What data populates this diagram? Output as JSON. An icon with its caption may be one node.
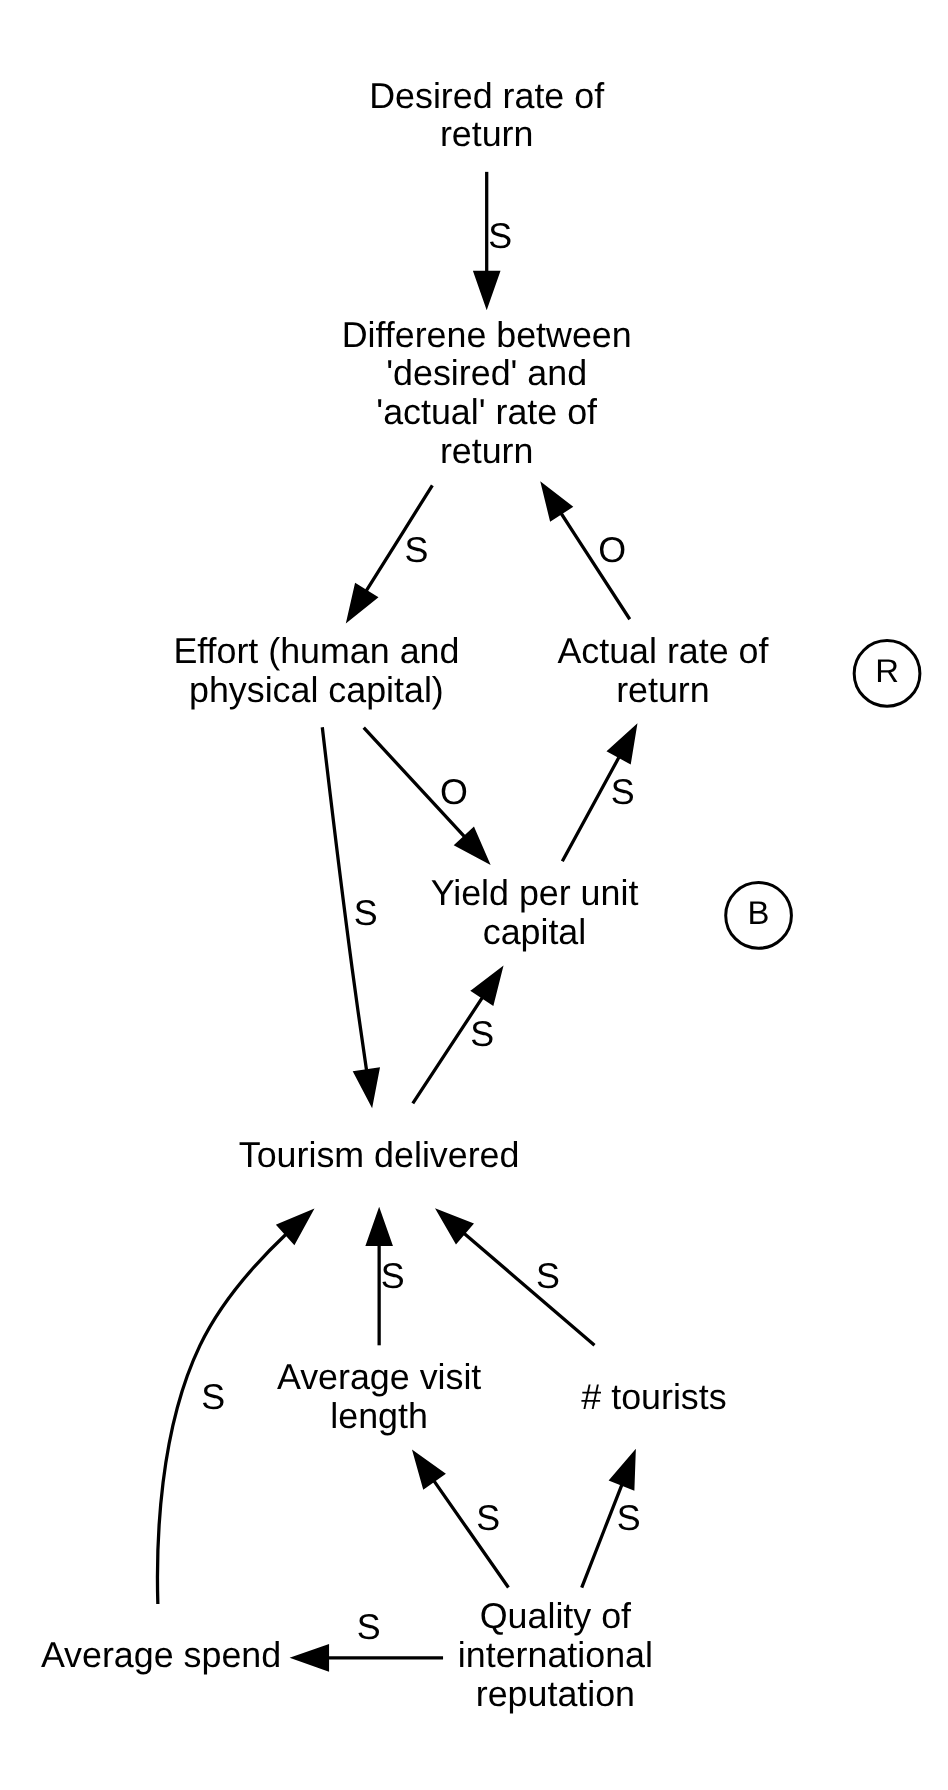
{
  "diagram": {
    "nodes": [
      {
        "text": [
          "Desired rate of return"
        ]
      },
      {
        "text": [
          "Differene between 'desired' and 'actual' rate of return"
        ]
      },
      {
        "text": [
          "Effort (human and physical capital)"
        ]
      },
      {
        "text": [
          "Actual rate of return"
        ]
      },
      {
        "text": [
          "R"
        ]
      },
      {
        "text": [
          "Yield per unit capital"
        ]
      },
      {
        "text": [
          "B"
        ]
      },
      {
        "text": [
          "Tourism delivered"
        ]
      },
      {
        "text": [
          "# tourists"
        ]
      },
      {
        "text": [
          "Average visit length"
        ]
      },
      {
        "text": [
          "Average spend"
        ]
      },
      {
        "text": [
          "Quality of international reputation"
        ]
      }
    ],
    "edges": [
      {
        "from": 0,
        "to": 1,
        "arrow": "to",
        "label": "S"
      },
      {
        "from": 1,
        "to": 2,
        "arrow": "to",
        "label": "S"
      },
      {
        "from": 3,
        "to": 1,
        "arrow": "to",
        "label": "O"
      },
      {
        "from": 2,
        "to": 7,
        "arrow": "to",
        "label": "S"
      },
      {
        "from": 2,
        "to": 5,
        "arrow": "to",
        "label": "O"
      },
      {
        "from": 5,
        "to": 3,
        "arrow": "to",
        "label": "S"
      },
      {
        "from": 7,
        "to": 5,
        "arrow": "to",
        "label": "S"
      },
      {
        "from": 8,
        "to": 7,
        "arrow": "to",
        "label": "S"
      },
      {
        "from": 9,
        "to": 7,
        "arrow": "to",
        "label": "S"
      },
      {
        "from": 10,
        "to": 7,
        "arrow": "to",
        "label": "S"
      },
      {
        "from": 11,
        "to": 8,
        "arrow": "to",
        "label": "S"
      },
      {
        "from": 11,
        "to": 9,
        "arrow": "to",
        "label": "S"
      },
      {
        "from": 11,
        "to": 10,
        "arrow": "to",
        "label": "S"
      }
    ]
  }
}
